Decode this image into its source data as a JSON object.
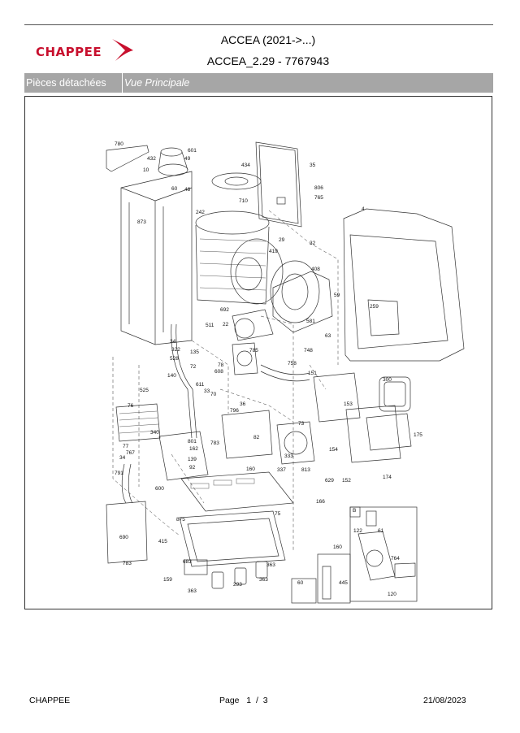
{
  "header": {
    "brand": "CHAPPEE",
    "title": "ACCEA (2021->...)",
    "subtitle": "ACCEA_2.29 - 7767943"
  },
  "tabs": {
    "section": "Pièces détachées",
    "view": "Vue Principale"
  },
  "diagram": {
    "callouts": [
      "780",
      "432",
      "10",
      "601",
      "49",
      "48",
      "60",
      "434",
      "35",
      "806",
      "765",
      "873",
      "242",
      "710",
      "4",
      "29",
      "32",
      "419",
      "408",
      "59",
      "259",
      "692",
      "22",
      "581",
      "63",
      "34",
      "322",
      "511",
      "528",
      "135",
      "785",
      "748",
      "72",
      "608",
      "78",
      "140",
      "611",
      "525",
      "70",
      "33",
      "758",
      "151",
      "300",
      "76",
      "36",
      "796",
      "153",
      "73",
      "801",
      "162",
      "340",
      "77",
      "767",
      "783",
      "82",
      "333",
      "154",
      "175",
      "34",
      "139",
      "92",
      "791",
      "160",
      "337",
      "813",
      "629",
      "152",
      "174",
      "600",
      "875",
      "75",
      "166",
      "415",
      "690",
      "783",
      "683",
      "363",
      "159",
      "293",
      "363",
      "363",
      "445",
      "60",
      "160",
      "122",
      "B",
      "61",
      "764",
      "120"
    ],
    "inset_label": "B"
  },
  "footer": {
    "company": "CHAPPEE",
    "page_label": "Page",
    "page_current": "1",
    "page_sep": "/",
    "page_total": "3",
    "date": "21/08/2023"
  },
  "colors": {
    "brand_red": "#c8102e",
    "tab_gray": "#a6a6a6"
  }
}
